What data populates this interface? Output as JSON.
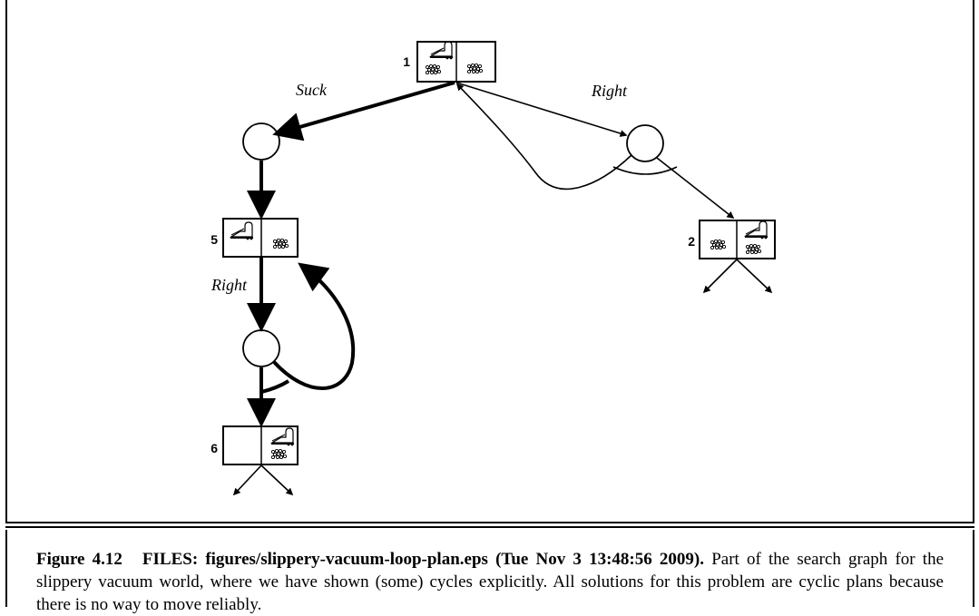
{
  "diagram": {
    "states": [
      {
        "number": "1",
        "left_cell": [
          "vacuum-icon",
          "dirt-icon"
        ],
        "right_cell": [
          "dirt-icon"
        ]
      },
      {
        "number": "5",
        "left_cell": [
          "vacuum-icon"
        ],
        "right_cell": [
          "dirt-icon"
        ]
      },
      {
        "number": "2",
        "left_cell": [
          "dirt-icon"
        ],
        "right_cell": [
          "vacuum-icon",
          "dirt-icon"
        ]
      },
      {
        "number": "6",
        "left_cell": [],
        "right_cell": [
          "vacuum-icon",
          "dirt-icon"
        ]
      }
    ],
    "actions": {
      "suck": "Suck",
      "right_top": "Right",
      "right_mid": "Right"
    }
  },
  "caption": {
    "label": "Figure 4.12",
    "title": "FILES: figures/slippery-vacuum-loop-plan.eps (Tue Nov 3 13:48:56 2009).",
    "text": "Part of the search graph for the slippery vacuum world, where we have shown (some) cycles explicitly. All solutions for this problem are cyclic plans because there is no way to move reliably."
  }
}
